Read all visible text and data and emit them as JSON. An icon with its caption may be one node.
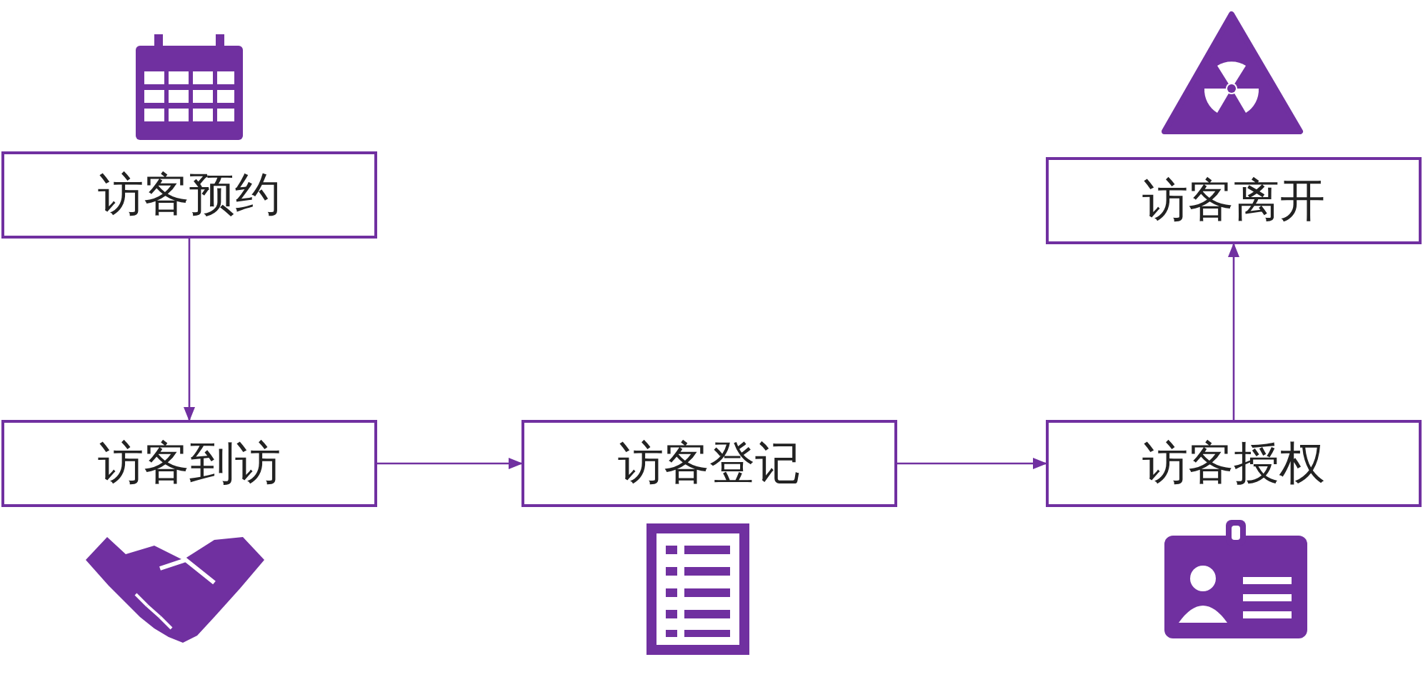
{
  "diagram": {
    "nodes": [
      {
        "text": [
          "访客预约"
        ]
      },
      {
        "text": [
          "访客到访"
        ]
      },
      {
        "text": [
          "访客登记"
        ]
      },
      {
        "text": [
          "访客授权"
        ]
      },
      {
        "text": [
          "访客离开"
        ]
      }
    ],
    "edges": [
      {
        "from": 0,
        "to": 1,
        "arrow": "to"
      },
      {
        "from": 1,
        "to": 2,
        "arrow": "to"
      },
      {
        "from": 2,
        "to": 3,
        "arrow": "to"
      },
      {
        "from": 3,
        "to": 4,
        "arrow": "to"
      }
    ]
  }
}
